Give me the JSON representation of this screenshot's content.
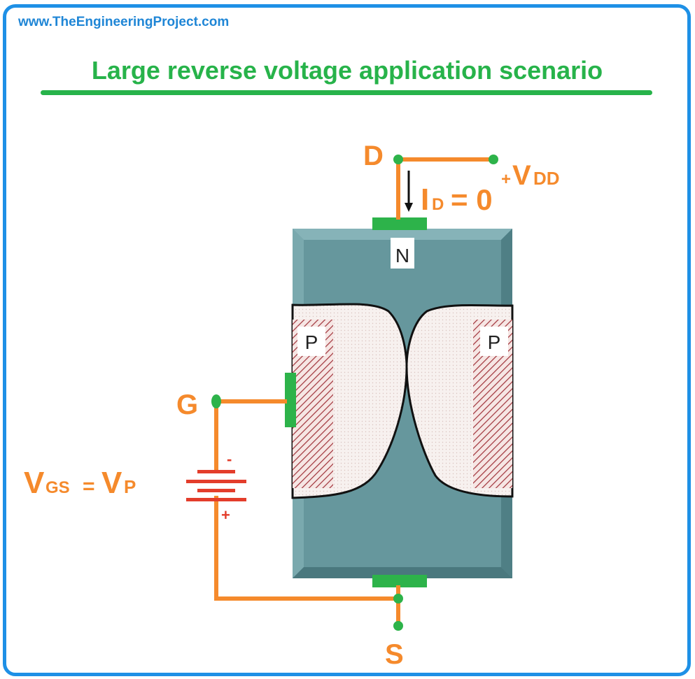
{
  "header": {
    "website": "www.TheEngineeringProject.com",
    "title": "Large reverse voltage application scenario"
  },
  "terminals": {
    "drain": "D",
    "gate": "G",
    "source": "S"
  },
  "regions": {
    "channel": "N",
    "gate_left": "P",
    "gate_right": "P"
  },
  "labels": {
    "drain_current_main": "I",
    "drain_current_sub": "D",
    "drain_current_value": "= 0",
    "supply_plus": "+",
    "supply_main": "V",
    "supply_sub": "DD",
    "gate_voltage_main": "V",
    "gate_voltage_sub": "GS",
    "gate_voltage_eq": "=",
    "pinch_main": "V",
    "pinch_sub": "P",
    "battery_minus": "-",
    "battery_plus": "+"
  },
  "colors": {
    "border": "#1e90e6",
    "title": "#27b34a",
    "wire": "#f58a2c",
    "node": "#2db34a",
    "channel": "#66979d",
    "depletion": "#f4ece9",
    "hatch": "#a0333a"
  }
}
